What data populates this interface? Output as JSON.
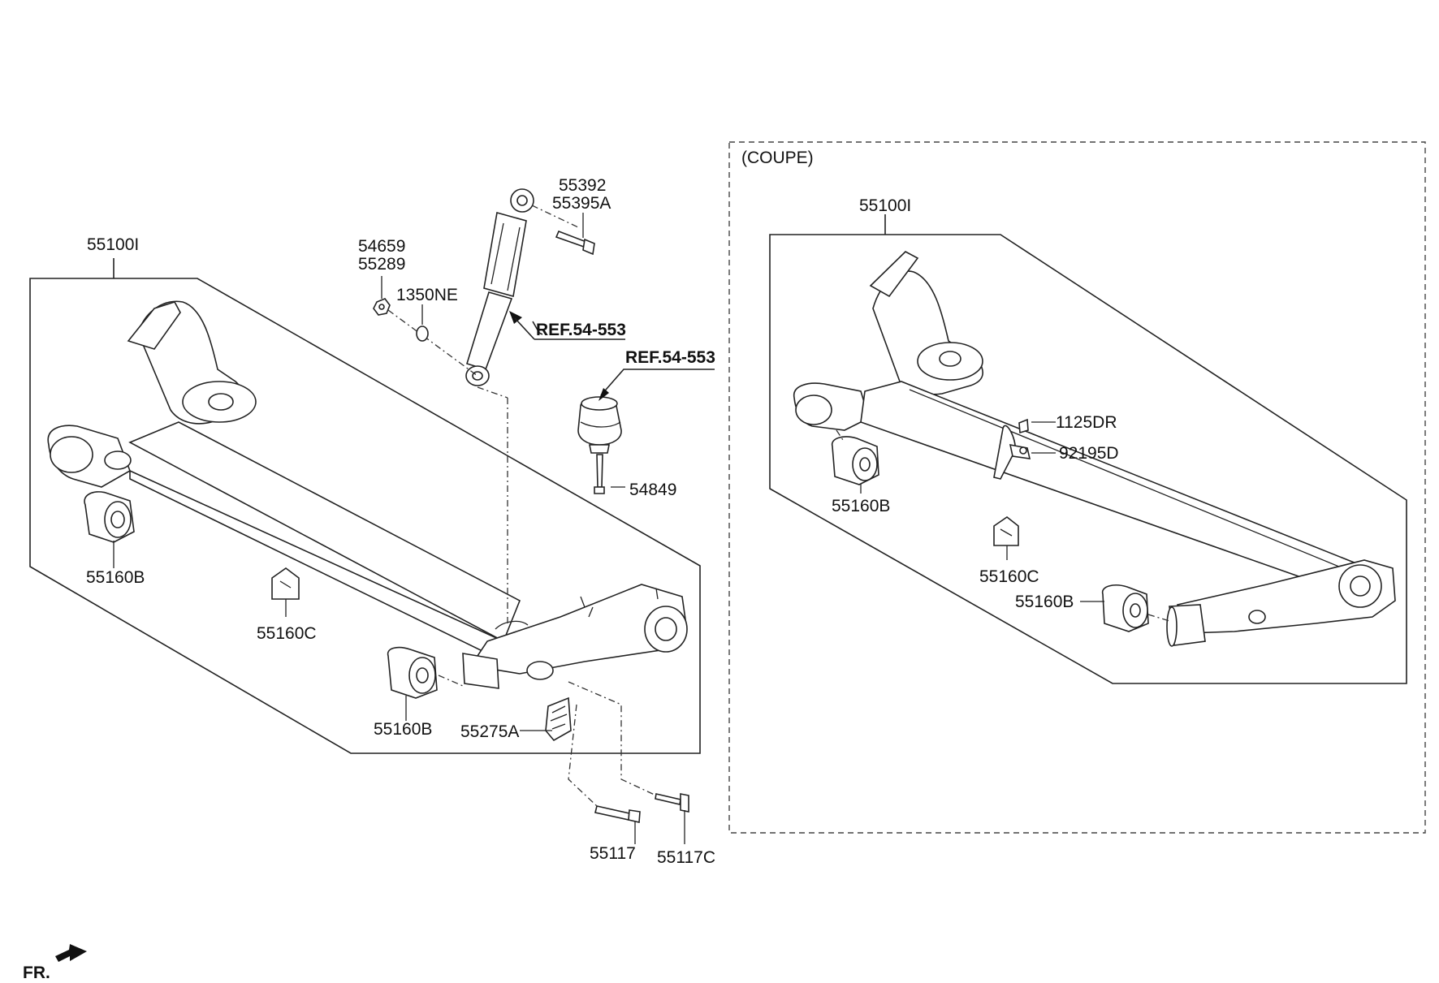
{
  "coupe_section_label": "(COUPE)",
  "labels": {
    "axle_left": "55100I",
    "axle_coupe": "55100I",
    "shock_bolt_1": "55392",
    "shock_bolt_2": "55395A",
    "nut_1": "54659",
    "nut_2": "55289",
    "washer": "1350NE",
    "ref_shock": "REF.54-553",
    "ref_bumper": "REF.54-553",
    "bumper_bolt": "54849",
    "bush_left_front": "55160B",
    "bracket_left": "55160C",
    "bush_left_rear": "55160B",
    "plate_left": "55275A",
    "bolt_left": "55117",
    "bolt_left_c": "55117C",
    "coupe_bolt": "1125DR",
    "coupe_clamp": "92195D",
    "coupe_bush_front": "55160B",
    "coupe_bracket": "55160C",
    "coupe_bush_rear": "55160B"
  },
  "direction_label": "FR."
}
